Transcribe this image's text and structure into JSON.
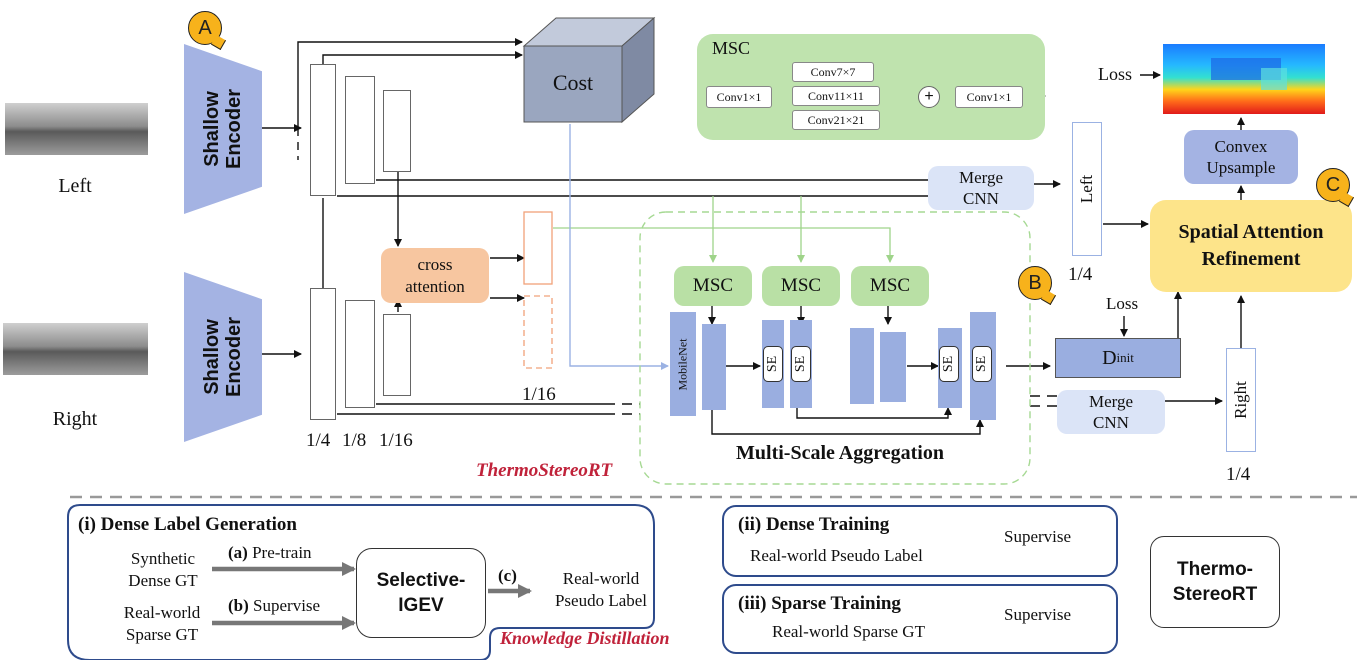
{
  "badges": {
    "a": "A",
    "b": "B",
    "c": "C"
  },
  "inputs": {
    "left_label": "Left",
    "right_label": "Right"
  },
  "encoders": {
    "top": "Shallow\nEncoder",
    "bottom": "Shallow\nEncoder"
  },
  "feature_scales": {
    "quarter": "1/4",
    "eighth": "1/8",
    "sixteenth": "1/16",
    "cross_out": "1/16"
  },
  "cost_label": "Cost",
  "cross_attention": "cross\nattention",
  "msc_panel": {
    "title": "MSC",
    "conv_in": "Conv1×1",
    "branches": [
      "Conv7×7",
      "Conv11×11",
      "Conv21×21"
    ],
    "plus": "+",
    "conv_out": "Conv1×1"
  },
  "merge_top": "Merge\nCNN",
  "merge_bottom": "Merge\nCNN",
  "left_feat": {
    "label": "Left",
    "scale": "1/4"
  },
  "right_feat": {
    "label": "Right",
    "scale": "1/4"
  },
  "aggregation": {
    "msc_blocks": [
      "MSC",
      "MSC",
      "MSC"
    ],
    "mobilenet": "MobileNet",
    "se_blocks": [
      "SE",
      "SE",
      "SE",
      "SE"
    ],
    "title": "Multi-Scale Aggregation"
  },
  "d_init": {
    "main": "D",
    "sub": "init"
  },
  "loss_top": "Loss",
  "loss_mid": "Loss",
  "convex_upsample": "Convex\nUpsample",
  "spatial_attention": "Spatial Attention\nRefinement",
  "model_name": "ThermoStereoRT",
  "bottom": {
    "dense_label": {
      "title": "(i) Dense Label Generation",
      "synthetic": "Synthetic\nDense GT",
      "realworld_sparse": "Real-world\nSparse GT",
      "a_tag": "(a)",
      "a_text": "Pre-train",
      "b_tag": "(b)",
      "b_text": "Supervise",
      "c_tag": "(c)",
      "model": "Selective-\nIGEV",
      "pseudo": "Real-world\nPseudo Label",
      "kd": "Knowledge Distillation"
    },
    "dense_training": {
      "title": "(ii) Dense Training",
      "source": "Real-world Pseudo Label",
      "action": "Supervise"
    },
    "sparse_training": {
      "title": "(iii) Sparse Training",
      "source": "Real-world Sparse GT",
      "action": "Supervise"
    },
    "result": "Thermo-\nStereoRT"
  },
  "colors": {
    "encoder": "#a4b3e3",
    "cost_front": "#9aa6bf",
    "cost_top": "#c2cadb",
    "cost_side": "#7f8aa3",
    "msc_green": "#b9e0a5",
    "msc_panel": "#bfe3ae",
    "cross_attn": "#f7c6a0",
    "merge": "#dbe4f7",
    "sar": "#fde48a",
    "red_italic": "#c0223a",
    "frame_blue": "#2e4b8c"
  }
}
